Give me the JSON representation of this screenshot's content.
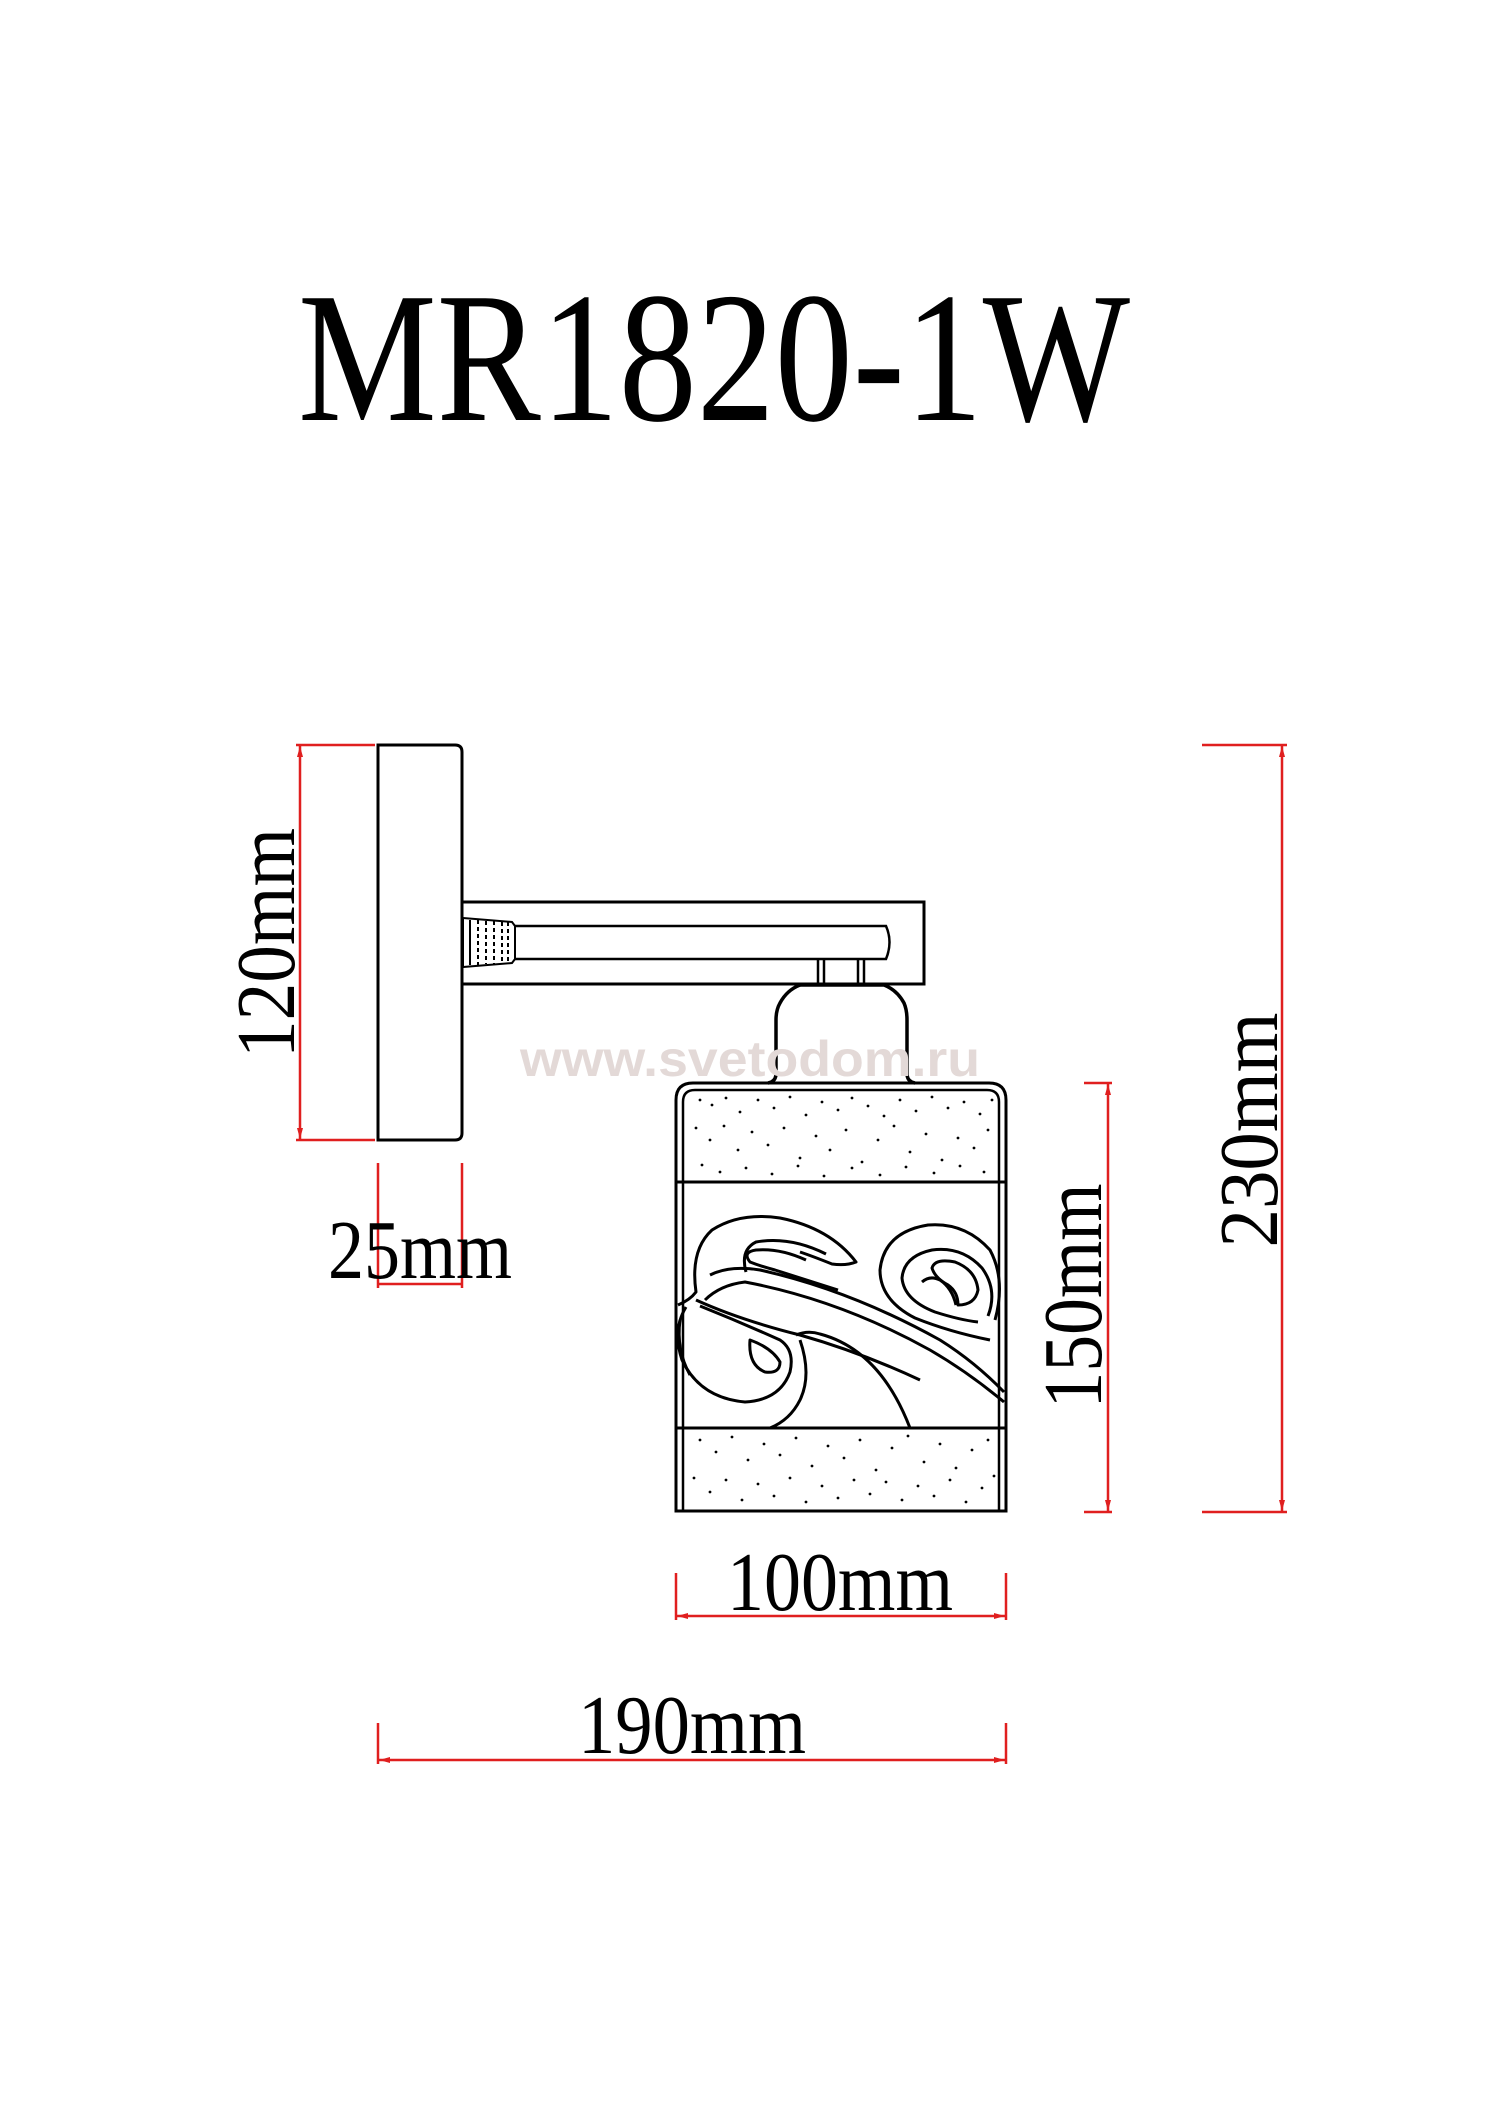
{
  "title": "MR1820-1W",
  "watermark": "www.svetodom.ru",
  "colors": {
    "outline": "#000000",
    "dimension": "#e01f1f",
    "watermark": "#e3d9d7",
    "background": "#ffffff"
  },
  "dimensions": {
    "plate_height": "120mm",
    "plate_depth": "25mm",
    "total_height": "230mm",
    "shade_height": "150mm",
    "shade_width": "100mm",
    "total_projection": "190mm"
  }
}
